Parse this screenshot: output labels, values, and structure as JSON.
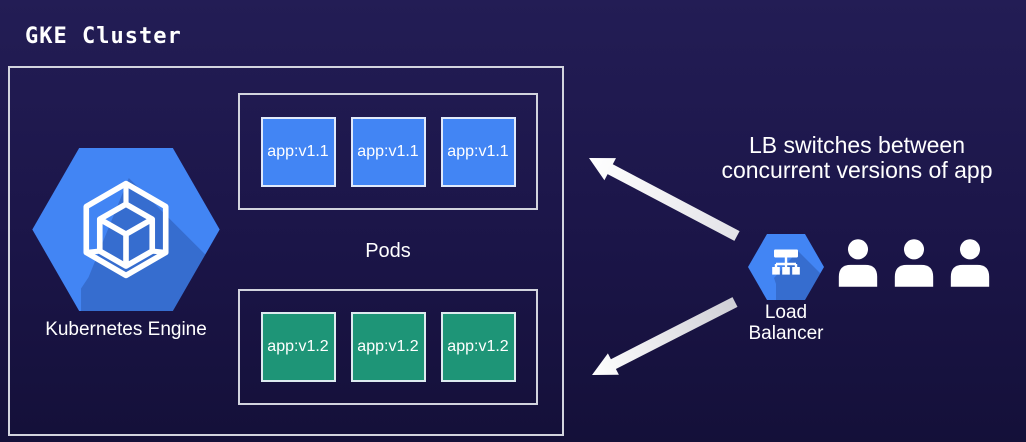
{
  "title": "GKE Cluster",
  "cluster": {
    "engine_label": "Kubernetes Engine",
    "pods_label": "Pods",
    "v1_row": [
      "app:v1.1",
      "app:v1.1",
      "app:v1.1"
    ],
    "v2_row": [
      "app:v1.2",
      "app:v1.2",
      "app:v1.2"
    ]
  },
  "annotation": {
    "line1": "LB switches between",
    "line2": "concurrent versions of app"
  },
  "load_balancer": {
    "label_line1": "Load",
    "label_line2": "Balancer"
  },
  "users": {
    "count": 3
  },
  "icons": {
    "kubernetes_engine": "hexagon-cube-icon",
    "load_balancer": "hexagon-network-icon",
    "user": "person-silhouette-icon",
    "arrows": "white-diagonal-arrows"
  },
  "colors": {
    "background_top": "#231d55",
    "background_bottom": "#141039",
    "google_blue": "#4285f4",
    "version2_green": "#1e9577",
    "box_border": "#d2d4de",
    "text": "#ffffff",
    "arrow": "#ffffff"
  }
}
